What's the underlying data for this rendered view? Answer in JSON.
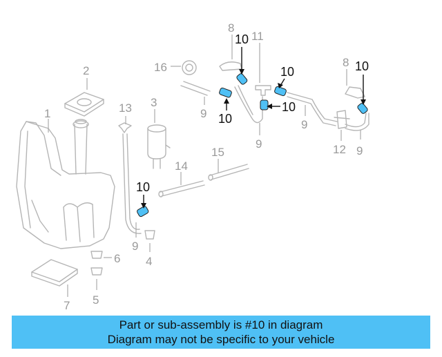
{
  "callouts": {
    "c1": "1",
    "c2": "2",
    "c3": "3",
    "c4": "4",
    "c5": "5",
    "c6": "6",
    "c7": "7",
    "c8a": "8",
    "c8b": "8",
    "c9a": "9",
    "c9b": "9",
    "c9c": "9",
    "c9d": "9",
    "c9e": "9",
    "c10a": "10",
    "c10b": "10",
    "c10c": "10",
    "c10d": "10",
    "c10e": "10",
    "c10f": "10",
    "c11": "11",
    "c12": "12",
    "c13": "13",
    "c14": "14",
    "c15": "15",
    "c16": "16"
  },
  "colors": {
    "highlight_part": "#4fc0f5",
    "banner": "#4fc0f5",
    "line_art": "#b5b5b5",
    "highlight_label": "#111111"
  },
  "banner": {
    "line1": "Part or sub-assembly is #10 in diagram",
    "line2": "Diagram may not be specific to your vehicle"
  }
}
